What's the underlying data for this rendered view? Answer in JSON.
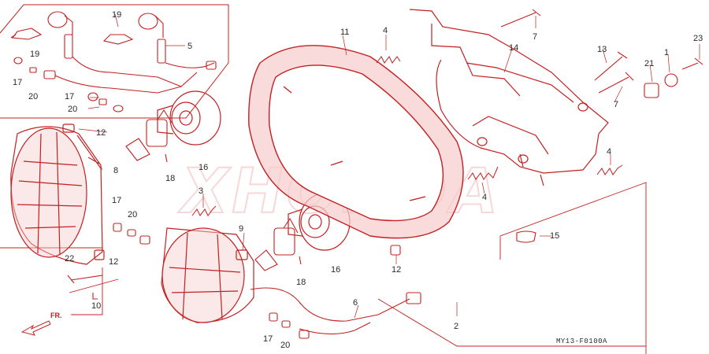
{
  "diagram_code": "MY13-F0100A",
  "direction_label": "FR.",
  "watermark": "XHONDA",
  "colors": {
    "line": "#c42020",
    "fill_pink": "#f7cccc",
    "text": "#2a2a2a",
    "background": "#ffffff"
  },
  "callouts": [
    "19",
    "19",
    "5",
    "17",
    "20",
    "17",
    "20",
    "11",
    "4",
    "7",
    "14",
    "13",
    "21",
    "1",
    "23",
    "7",
    "12",
    "8",
    "16",
    "18",
    "3",
    "17",
    "20",
    "12",
    "9",
    "22",
    "10",
    "4",
    "4",
    "16",
    "18",
    "12",
    "15",
    "6",
    "2",
    "17",
    "20"
  ]
}
